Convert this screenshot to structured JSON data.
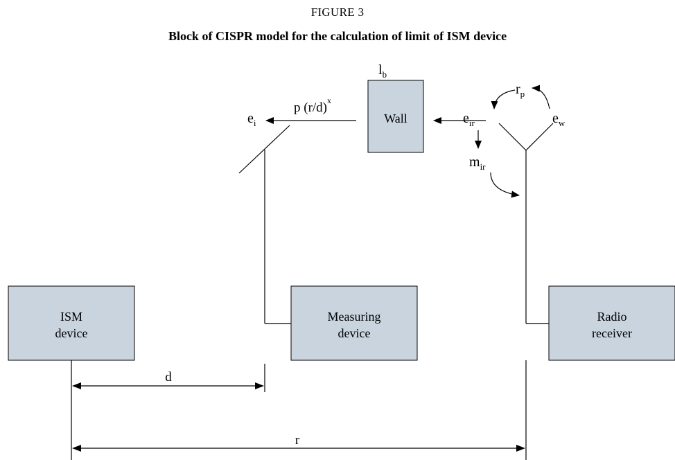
{
  "figure": {
    "label": "FIGURE 3",
    "title": "Block of CISPR model for the calculation of limit of ISM device"
  },
  "blocks": {
    "wall": "Wall",
    "ism_line1": "ISM",
    "ism_line2": "device",
    "meas_line1": "Measuring",
    "meas_line2": "device",
    "radio_line1": "Radio",
    "radio_line2": "receiver"
  },
  "symbols": {
    "lb_base": "l",
    "lb_sub": "b",
    "ei_base": "e",
    "ei_sub": "i",
    "prop_main": "p (r/d)",
    "prop_sup": "x",
    "eir_base": "e",
    "eir_sub": "ir",
    "rp_base": "r",
    "rp_sub": "p",
    "ew_base": "e",
    "ew_sub": "w",
    "mir_base": "m",
    "mir_sub": "ir"
  },
  "dimensions": {
    "d": "d",
    "r": "r"
  }
}
